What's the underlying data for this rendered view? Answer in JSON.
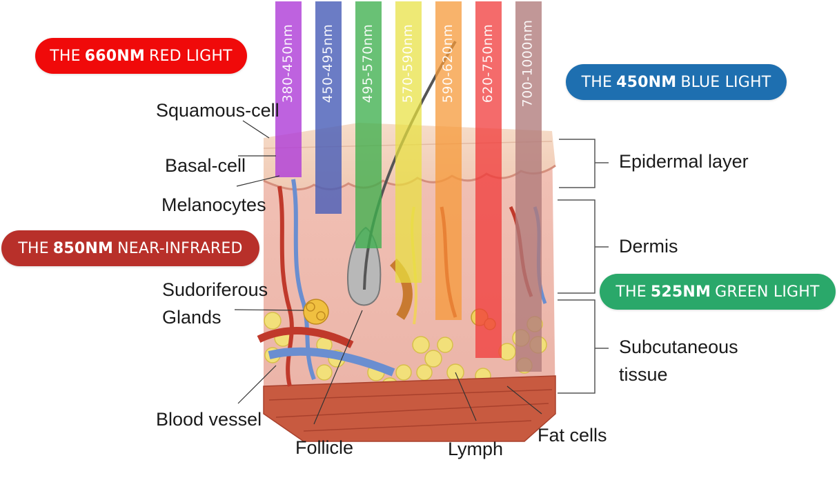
{
  "bands": [
    {
      "label": "380-450nm",
      "color": "#b040d8"
    },
    {
      "label": "450-495nm",
      "color": "#4a5fb8"
    },
    {
      "label": "495-570nm",
      "color": "#3fb04e"
    },
    {
      "label": "570-590nm",
      "color": "#e8e040"
    },
    {
      "label": "590-620nm",
      "color": "#f59a3a"
    },
    {
      "label": "620-750nm",
      "color": "#f03a3a"
    },
    {
      "label": "700-1000nm",
      "color": "#b07a7a"
    }
  ],
  "anatomy_labels": {
    "squamous_cell": "Squamous-cell",
    "basal_cell": "Basal-cell",
    "melanocytes": "Melanocytes",
    "sudoriferous_glands_line1": "Sudoriferous",
    "sudoriferous_glands_line2": "Glands",
    "blood_vessel": "Blood vessel",
    "follicle": "Follicle",
    "lymph": "Lymph",
    "fat_cells": "Fat cells",
    "epidermal_layer": "Epidermal layer",
    "dermis": "Dermis",
    "subcutaneous_line1": "Subcutaneous",
    "subcutaneous_line2": "tissue"
  },
  "light_pills": {
    "red": {
      "prefix": "THE",
      "bold": "660NM",
      "suffix": "RED LIGHT",
      "color": "#f00a0a"
    },
    "near_infrared": {
      "prefix": "THE",
      "bold": "850NM",
      "suffix": "NEAR-INFRARED",
      "color": "#b8302a"
    },
    "blue": {
      "prefix": "THE",
      "bold": "450NM",
      "suffix": "BLUE LIGHT",
      "color": "#1e6fb0"
    },
    "green": {
      "prefix": "THE",
      "bold": "525NM",
      "suffix": "GREEN LIGHT",
      "color": "#2aa86a"
    }
  }
}
